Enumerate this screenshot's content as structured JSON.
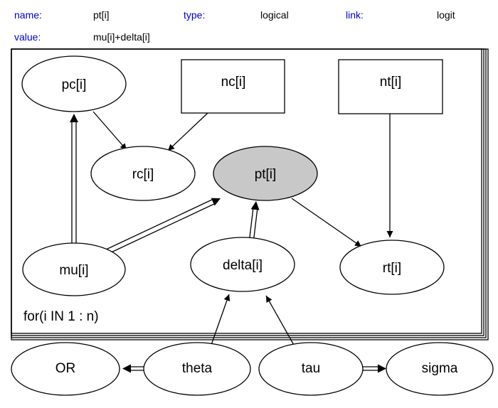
{
  "header": {
    "name_label": "name:",
    "name_value": "pt[i]",
    "type_label": "type:",
    "type_value": "logical",
    "link_label": "link:",
    "link_value": "logit",
    "value_label": "value:",
    "value_value": "mu[i]+delta[i]"
  },
  "plate": {
    "label": "for(i IN 1 : n)"
  },
  "nodes": {
    "pc": "pc[i]",
    "nc": "nc[i]",
    "nt": "nt[i]",
    "rc": "rc[i]",
    "pt": "pt[i]",
    "mu": "mu[i]",
    "delta": "delta[i]",
    "rt": "rt[i]",
    "or": "OR",
    "theta": "theta",
    "tau": "tau",
    "sigma": "sigma"
  },
  "colors": {
    "header_label": "#0000cc",
    "selected_node_fill": "#c8c8c8",
    "node_fill": "#ffffff",
    "stroke": "#000000"
  }
}
